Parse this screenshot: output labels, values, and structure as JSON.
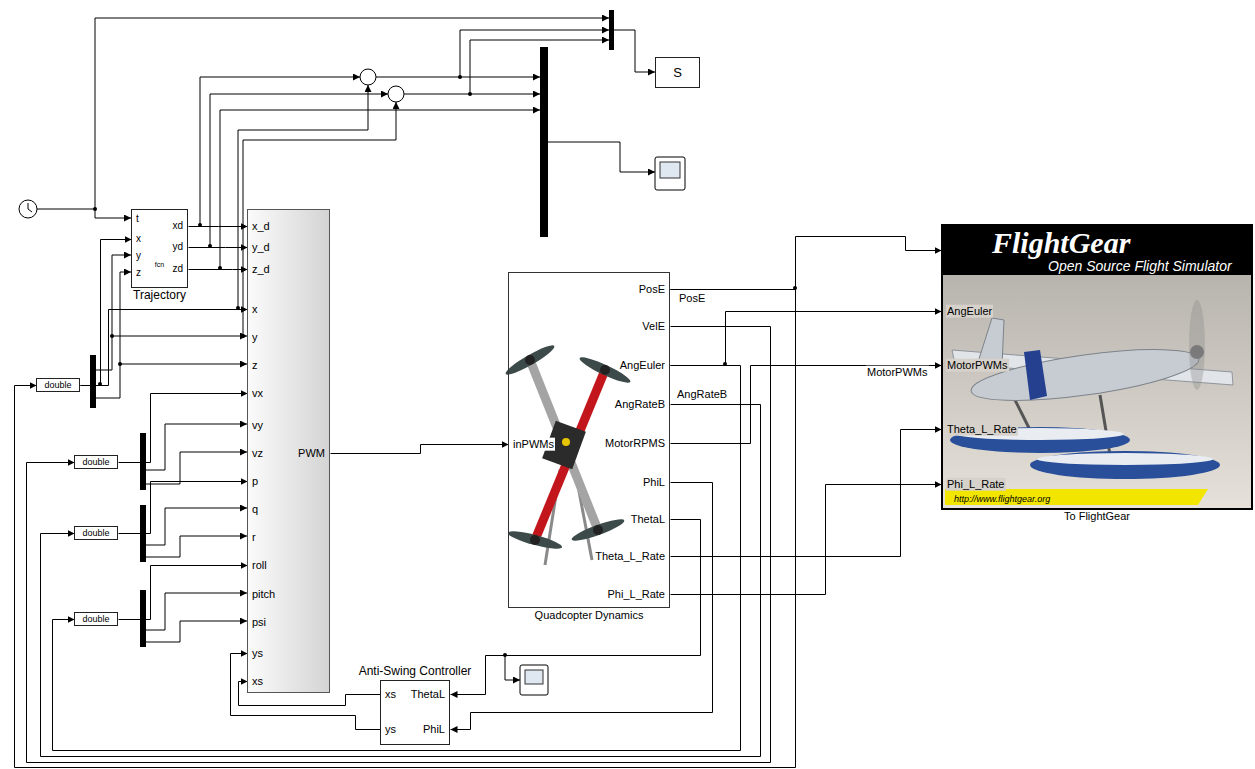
{
  "diagram": {
    "nodes": [
      {
        "text": [
          "S"
        ]
      },
      {
        "text": [
          "t",
          "x",
          "y",
          "z",
          "fcn",
          "xd",
          "yd",
          "zd",
          "Trajectory"
        ]
      },
      {
        "text": [
          "x_d",
          "y_d",
          "z_d",
          "x",
          "y",
          "z",
          "vx",
          "vy",
          "vz",
          "p",
          "q",
          "r",
          "roll",
          "pitch",
          "psi",
          "ys",
          "xs",
          "PWM"
        ]
      },
      {
        "text": [
          "inPWMs",
          "PosE",
          "VelE",
          "AngEuler",
          "AngRateB",
          "MotorRPMS",
          "PhiL",
          "ThetaL",
          "Theta_L_Rate",
          "Phi_L_Rate",
          "Quadcopter Dynamics"
        ]
      },
      {
        "text": [
          "FlightGear",
          "Open Source Flight Simulator",
          "AngEuler",
          "MotorPWMs",
          "Theta_L_Rate",
          "Phi_L_Rate",
          "http://www.flightgear.org",
          "To FlightGear"
        ]
      },
      {
        "text": [
          "double"
        ]
      },
      {
        "text": [
          "double"
        ]
      },
      {
        "text": [
          "double"
        ]
      },
      {
        "text": [
          "double"
        ]
      },
      {
        "text": [
          "Anti-Swing Controller",
          "xs",
          "ys",
          "ThetaL",
          "PhiL"
        ]
      }
    ],
    "edges": [
      {
        "from": 1,
        "to": 2,
        "arrow": "to"
      },
      {
        "from": 1,
        "to": 2,
        "arrow": "to"
      },
      {
        "from": 1,
        "to": 2,
        "arrow": "to"
      },
      {
        "from": 2,
        "to": 3,
        "arrow": "to"
      },
      {
        "from": 3,
        "to": 4,
        "label": "PosE",
        "arrow": "to"
      },
      {
        "from": 3,
        "to": 4,
        "arrow": "to"
      },
      {
        "from": 3,
        "to": 4,
        "label": "MotorPWMs",
        "arrow": "to"
      },
      {
        "from": 3,
        "to": 4,
        "arrow": "to"
      },
      {
        "from": 3,
        "to": 4,
        "arrow": "to"
      },
      {
        "from": 3,
        "to": 9,
        "arrow": "to"
      },
      {
        "from": 3,
        "to": 9,
        "arrow": "to"
      },
      {
        "from": 9,
        "to": 2,
        "arrow": "to"
      },
      {
        "from": 9,
        "to": 2,
        "arrow": "to"
      },
      {
        "from": 3,
        "to": 5,
        "arrow": "to"
      },
      {
        "from": 3,
        "to": 6,
        "arrow": "to"
      },
      {
        "from": 3,
        "to": 7,
        "label": "AngRateB",
        "arrow": "to"
      },
      {
        "from": 3,
        "to": 8,
        "arrow": "to"
      },
      {
        "from": 5,
        "to": 1,
        "arrow": "to"
      },
      {
        "from": 5,
        "to": 2,
        "arrow": "to"
      },
      {
        "from": 6,
        "to": 2,
        "arrow": "to"
      },
      {
        "from": 7,
        "to": 2,
        "arrow": "to"
      },
      {
        "from": 8,
        "to": 2,
        "arrow": "to"
      }
    ]
  }
}
